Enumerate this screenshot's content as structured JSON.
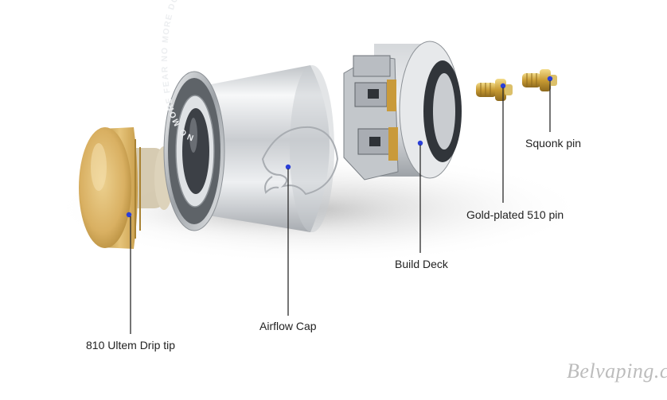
{
  "image": {
    "description_free": true,
    "parts": [
      {
        "key": "drip_tip",
        "label": "810 Ultem Drip tip"
      },
      {
        "key": "airflow_cap",
        "label": "Airflow Cap"
      },
      {
        "key": "build_deck",
        "label": "Build Deck"
      },
      {
        "key": "gold_pin",
        "label": "Gold-plated 510 pin"
      },
      {
        "key": "squonk_pin",
        "label": "Squonk pin"
      }
    ],
    "engraving": "NO MORE FEAR NO MORE DOUBT",
    "watermark": "Belvaping.com",
    "colors": {
      "marker_dot": "#2a3fd8",
      "leader_line": "#2b2b2b",
      "ultem": "#d7b063",
      "steel": "#d9dcdf",
      "brass": "#c9a23c"
    }
  }
}
